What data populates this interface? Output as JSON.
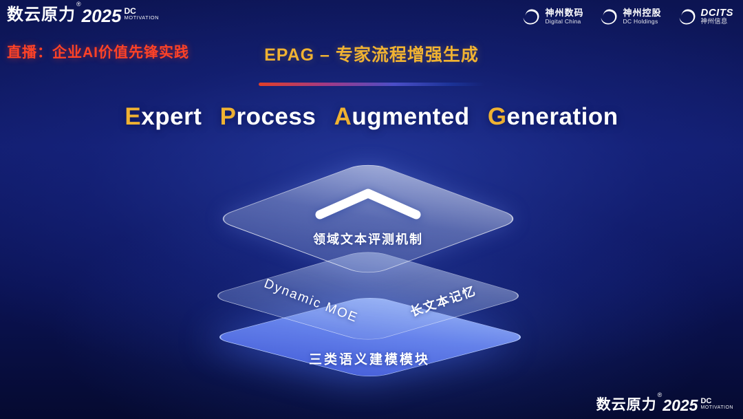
{
  "colors": {
    "accent_gold": "#f0b232",
    "live_red": "#ff4226",
    "layer_blue": "#5d7ce8",
    "background_navy": "#0c1452"
  },
  "header": {
    "brand_cn": "数云原力",
    "brand_reg": "®",
    "brand_year": "2025",
    "brand_dc": "DC",
    "brand_motivation": "MOTIVATION",
    "live_label": "直播：企业AI价值先锋实践",
    "slide_title": "EPAG – 专家流程增强生成",
    "partners": [
      {
        "primary": "神州数码",
        "secondary": "Digital China"
      },
      {
        "primary": "神州控股",
        "secondary": "DC Holdings"
      },
      {
        "primary": "DCITS",
        "secondary": "神州信息"
      }
    ]
  },
  "main": {
    "title": {
      "words": [
        {
          "initial": "E",
          "rest": "xpert"
        },
        {
          "initial": "P",
          "rest": "rocess"
        },
        {
          "initial": "A",
          "rest": "ugmented"
        },
        {
          "initial": "G",
          "rest": "eneration"
        }
      ]
    },
    "diagram": {
      "top_layer_label": "领域文本评测机制",
      "middle_layer_left_label": "Dynamic MOE",
      "middle_layer_right_label": "长文本记忆",
      "bottom_layer_label": "三类语义建模模块"
    }
  },
  "footer": {
    "brand_cn": "数云原力",
    "brand_reg": "®",
    "brand_year": "2025",
    "brand_dc": "DC",
    "brand_motivation": "MOTIVATION"
  }
}
